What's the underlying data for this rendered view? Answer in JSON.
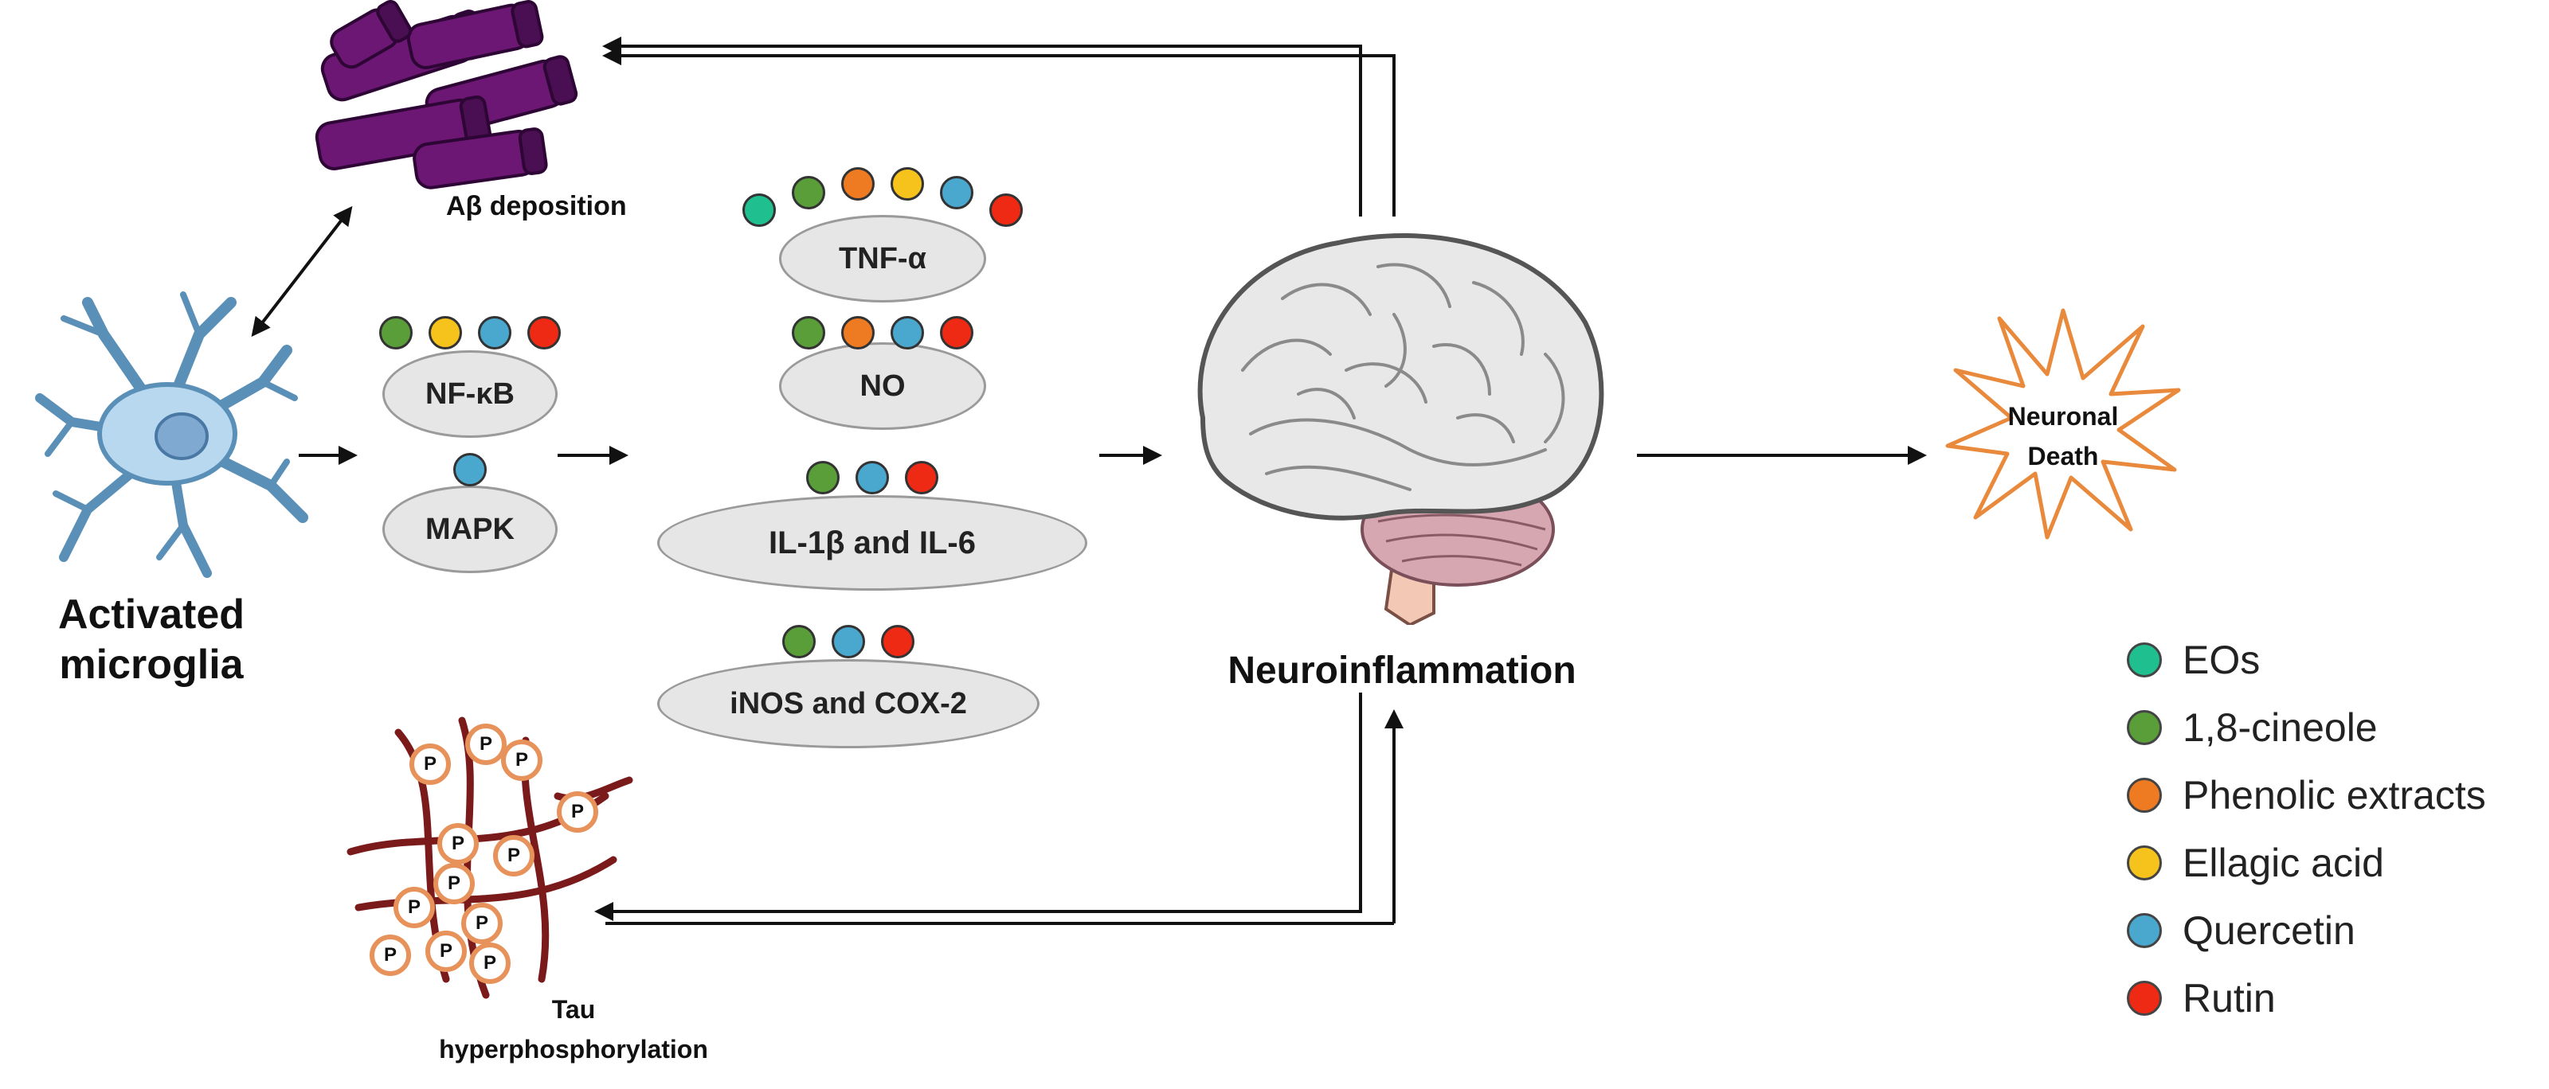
{
  "labels": {
    "abeta": "Aβ deposition",
    "microglia_line1": "Activated",
    "microglia_line2": "microglia",
    "tau_line1": "Tau",
    "tau_line2": "hyperphosphorylation",
    "neuroinflammation": "Neuroinflammation",
    "death_line1": "Neuronal",
    "death_line2": "Death",
    "phospho": "P"
  },
  "pathways": {
    "nfkb": "NF-κB",
    "mapk": "MAPK"
  },
  "mediators": {
    "tnf": "TNF-α",
    "no": "NO",
    "il": "IL-1β and IL-6",
    "inos": "iNOS and COX-2"
  },
  "legend": [
    {
      "label": "EOs",
      "color": "#1fbf8f"
    },
    {
      "label": "1,8-cineole",
      "color": "#5a9e3a"
    },
    {
      "label": "Phenolic extracts",
      "color": "#ee7a22"
    },
    {
      "label": "Ellagic acid",
      "color": "#f6c21c"
    },
    {
      "label": "Quercetin",
      "color": "#4aa8cf"
    },
    {
      "label": "Rutin",
      "color": "#ee2a14"
    }
  ]
}
